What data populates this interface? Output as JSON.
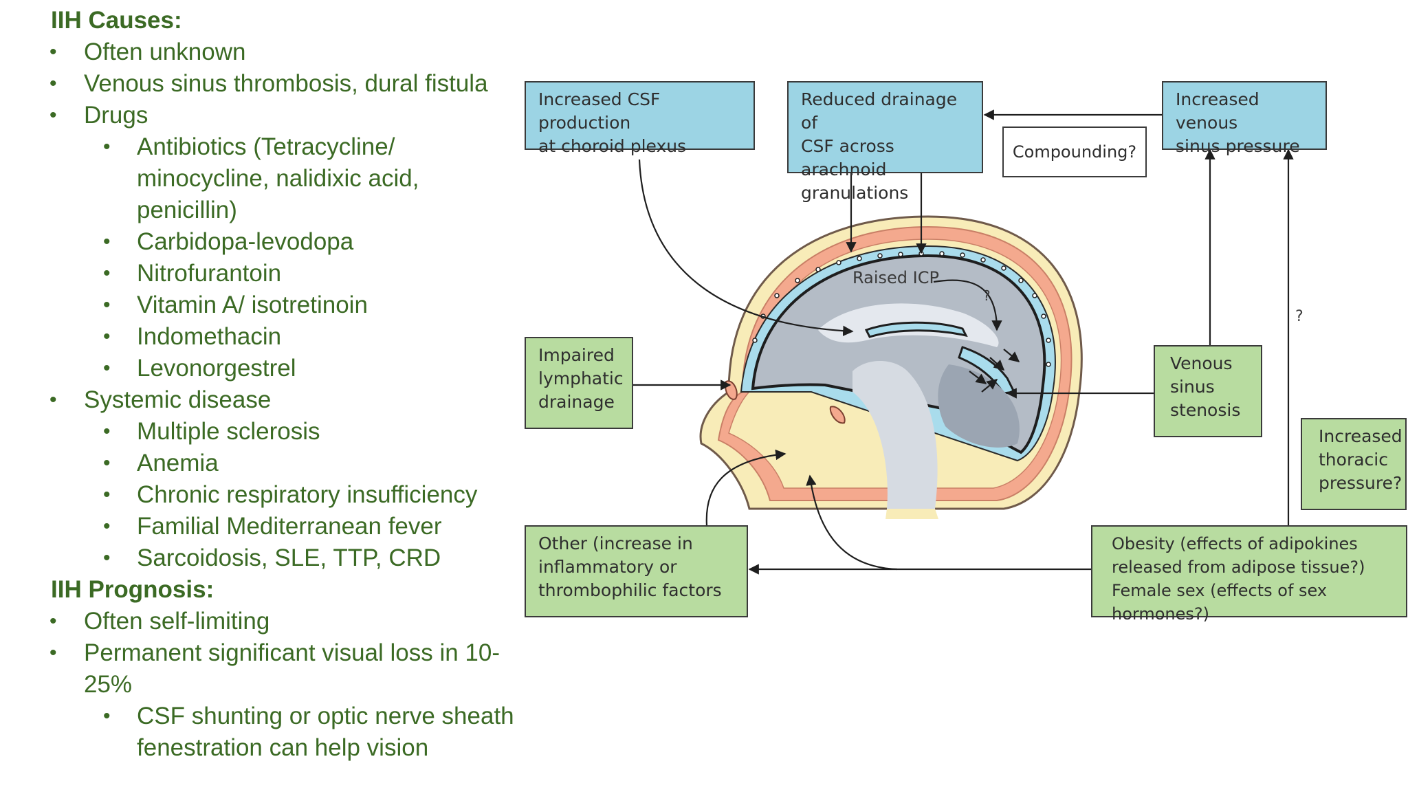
{
  "left_text": {
    "causes_heading": "IIH Causes:",
    "causes": {
      "often_unknown": "Often unknown",
      "venous": "Venous sinus thrombosis, dural fistula",
      "drugs": "Drugs",
      "drug_items": {
        "antibiotics_l1": "Antibiotics (Tetracycline/",
        "antibiotics_l2": "minocycline, nalidixic acid,",
        "antibiotics_l3": "penicillin)",
        "carbidopa": "Carbidopa-levodopa",
        "nitrofurantoin": "Nitrofurantoin",
        "vitamin_a": "Vitamin A/ isotretinoin",
        "indomethacin": "Indomethacin",
        "levonorgestrel": "Levonorgestrel"
      },
      "systemic": "Systemic disease",
      "systemic_items": {
        "ms": "Multiple sclerosis",
        "anemia": "Anemia",
        "chronic_resp": "Chronic respiratory insufficiency",
        "fmf": "Familial Mediterranean fever",
        "sarcoidosis": "Sarcoidosis, SLE, TTP, CRD"
      }
    },
    "prognosis_heading": "IIH Prognosis:",
    "prognosis": {
      "self_limiting": "Often self-limiting",
      "visual_loss_l1": "Permanent significant visual loss in 10-",
      "visual_loss_l2": "25%",
      "csf_l1": "CSF shunting or optic nerve sheath",
      "csf_l2": "fenestration can help vision"
    },
    "bullet_glyph": "•"
  },
  "diagram": {
    "csf_production": [
      "Increased CSF production",
      "at choroid plexus"
    ],
    "reduced_drainage": [
      "Reduced drainage of",
      "CSF across arachnoid",
      "granulations"
    ],
    "venous_pressure": [
      "Increased venous",
      "sinus pressure"
    ],
    "compounding": "Compounding?",
    "lymphatic": [
      "Impaired",
      "lymphatic",
      "drainage"
    ],
    "venous_stenosis": [
      "Venous",
      "sinus",
      "stenosis"
    ],
    "thoracic": [
      "Increased",
      "thoracic",
      "pressure?"
    ],
    "other": [
      "Other (increase in",
      "inflammatory or",
      "thrombophilic factors"
    ],
    "obesity": [
      "Obesity (effects of adipokines",
      "released from adipose tissue?)",
      "Female sex (effects of sex hormones?)"
    ],
    "raised_icp": "Raised ICP",
    "q_icp": "?",
    "q_side": "?"
  },
  "colors": {
    "text_green": "#3b6a24",
    "box_blue": "#9cd4e4",
    "box_green": "#b8dca0",
    "csf_blue": "#a9dcec",
    "skin": "#f4a98e",
    "skull": "#f8ecb8",
    "brain": "#b4bcc6"
  }
}
